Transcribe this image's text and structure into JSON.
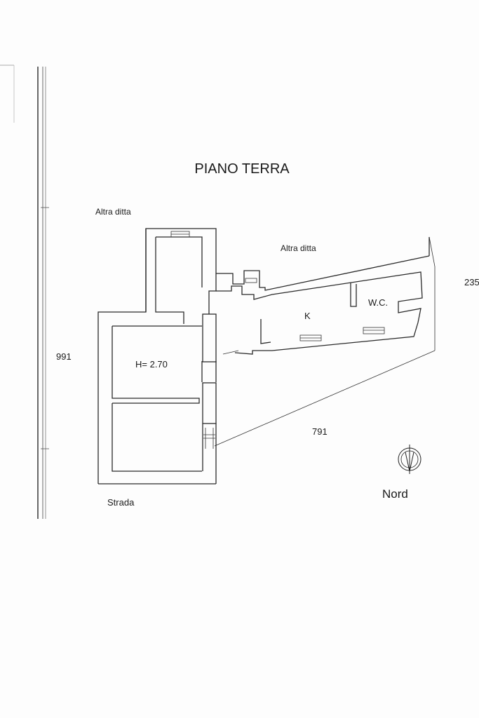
{
  "title": "PIANO TERRA",
  "labels": {
    "neighbor_north": "Altra ditta",
    "neighbor_east": "Altra ditta",
    "kitchen": "K",
    "wc": "W.C.",
    "height": "H= 2.70",
    "street": "Strada",
    "north": "Nord"
  },
  "dimensions": {
    "left": "991",
    "bottom_diagonal": "791",
    "right": "235"
  },
  "icons": [
    "north-arrow-icon"
  ]
}
